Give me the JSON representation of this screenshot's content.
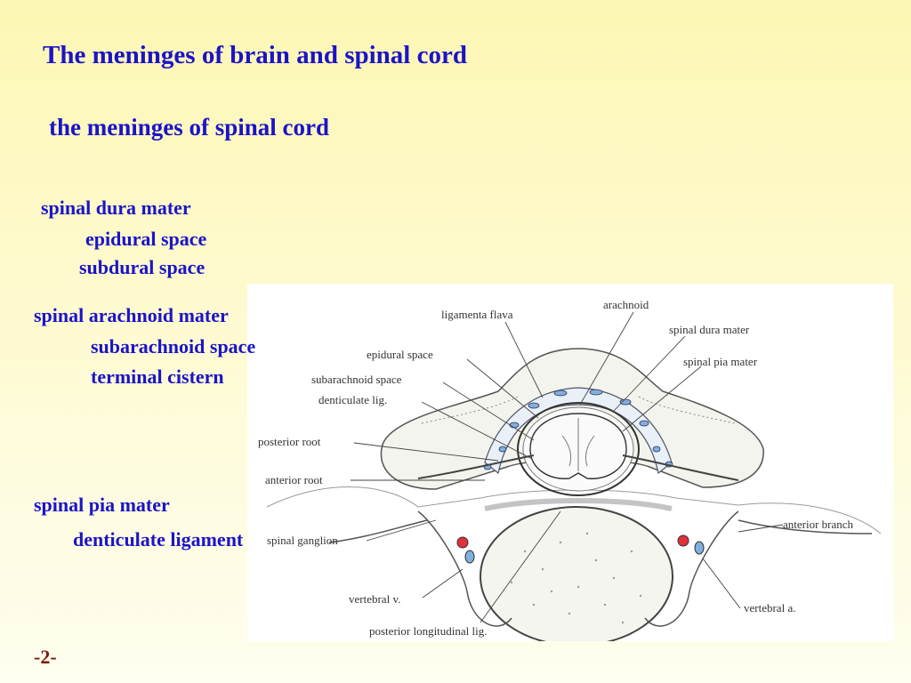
{
  "slide": {
    "title": "The meninges of brain and spinal cord",
    "subtitle": "the meninges of spinal cord",
    "page_number": "-2-"
  },
  "terms": {
    "dura": "spinal dura mater",
    "epidural": "epidural space",
    "subdural": "subdural space",
    "arachnoid": "spinal arachnoid mater",
    "subarachnoid": "subarachnoid space",
    "terminal_cistern": "terminal cistern",
    "pia": "spinal pia mater",
    "denticulate": "denticulate ligament"
  },
  "figure": {
    "labels": {
      "ligamenta_flava": "ligamenta flava",
      "arachnoid": "arachnoid",
      "spinal_dura_mater": "spinal dura mater",
      "epidural_space": "epidural space",
      "spinal_pia_mater": "spinal pia mater",
      "subarachnoid_space": "subarachnoid space",
      "denticulate_lig": "denticulate lig.",
      "posterior_root": "posterior root",
      "anterior_root": "anterior root",
      "anterior_branch": "anterior branch",
      "spinal_ganglion": "spinal ganglion",
      "vertebral_v": "vertebral v.",
      "vertebral_a": "vertebral a.",
      "posterior_longitudinal_lig": "posterior longitudinal lig."
    }
  }
}
